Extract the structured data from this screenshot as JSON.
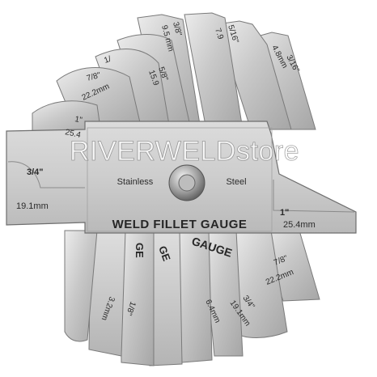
{
  "watermark": "RIVERWELDstore",
  "plate": {
    "title": "WELD FILLET GAUGE",
    "left_word": "Stainless",
    "right_word": "Steel",
    "left_fraction": "3/4\"",
    "left_mm": "19.1mm",
    "right_fraction": "1\"",
    "right_mm": "25.4mm"
  },
  "top_blades": [
    {
      "frac": "1\"",
      "mm": "25.4"
    },
    {
      "frac": "7/8\"",
      "mm": "22.2mm"
    },
    {
      "frac": "1/",
      "mm": ""
    },
    {
      "frac": "5/8\"",
      "mm": "15.9"
    },
    {
      "frac": "3/8\"",
      "mm": "9.5 mm"
    },
    {
      "frac": "5/16\"",
      "mm": "7.9"
    },
    {
      "frac": "3/16\"",
      "mm": "4.8mm"
    }
  ],
  "bottom_blades": [
    {
      "frac": "7/8\"",
      "mm": "22.2mm"
    },
    {
      "frac": "3/4\"",
      "mm": "19.1mm"
    },
    {
      "frac": "",
      "mm": "6.4mm"
    },
    {
      "frac": "1/8\"",
      "mm": "3.2mm"
    }
  ],
  "bottom_partials": [
    "GAUGE",
    "GE",
    "GE"
  ],
  "colors": {
    "steel_light": "#e2e2e2",
    "steel_mid": "#bdbdbd",
    "steel_dark": "#8f8f8f",
    "edge": "#6e6e6e"
  }
}
